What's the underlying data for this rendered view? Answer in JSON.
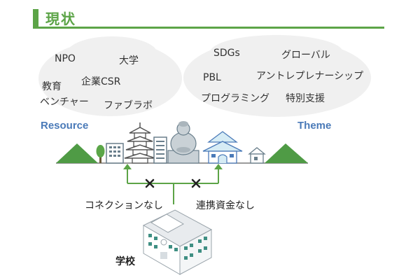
{
  "header": {
    "title": "現状"
  },
  "resource_keywords": [
    "NPO",
    "大学",
    "教育",
    "企業CSR",
    "ベンチャー",
    "ファブラボ"
  ],
  "theme_keywords": [
    "SDGs",
    "グローバル",
    "PBL",
    "アントレプレナーシップ",
    "プログラミング",
    "特別支援"
  ],
  "sections": {
    "resource": "Resource",
    "theme": "Theme"
  },
  "connections": {
    "left_label": "コネクションなし",
    "right_label": "連携資金なし"
  },
  "school": {
    "label": "学校"
  },
  "colors": {
    "accent_green": "#5ca447",
    "section_blue": "#4a7ab8",
    "cross": "#222222"
  }
}
